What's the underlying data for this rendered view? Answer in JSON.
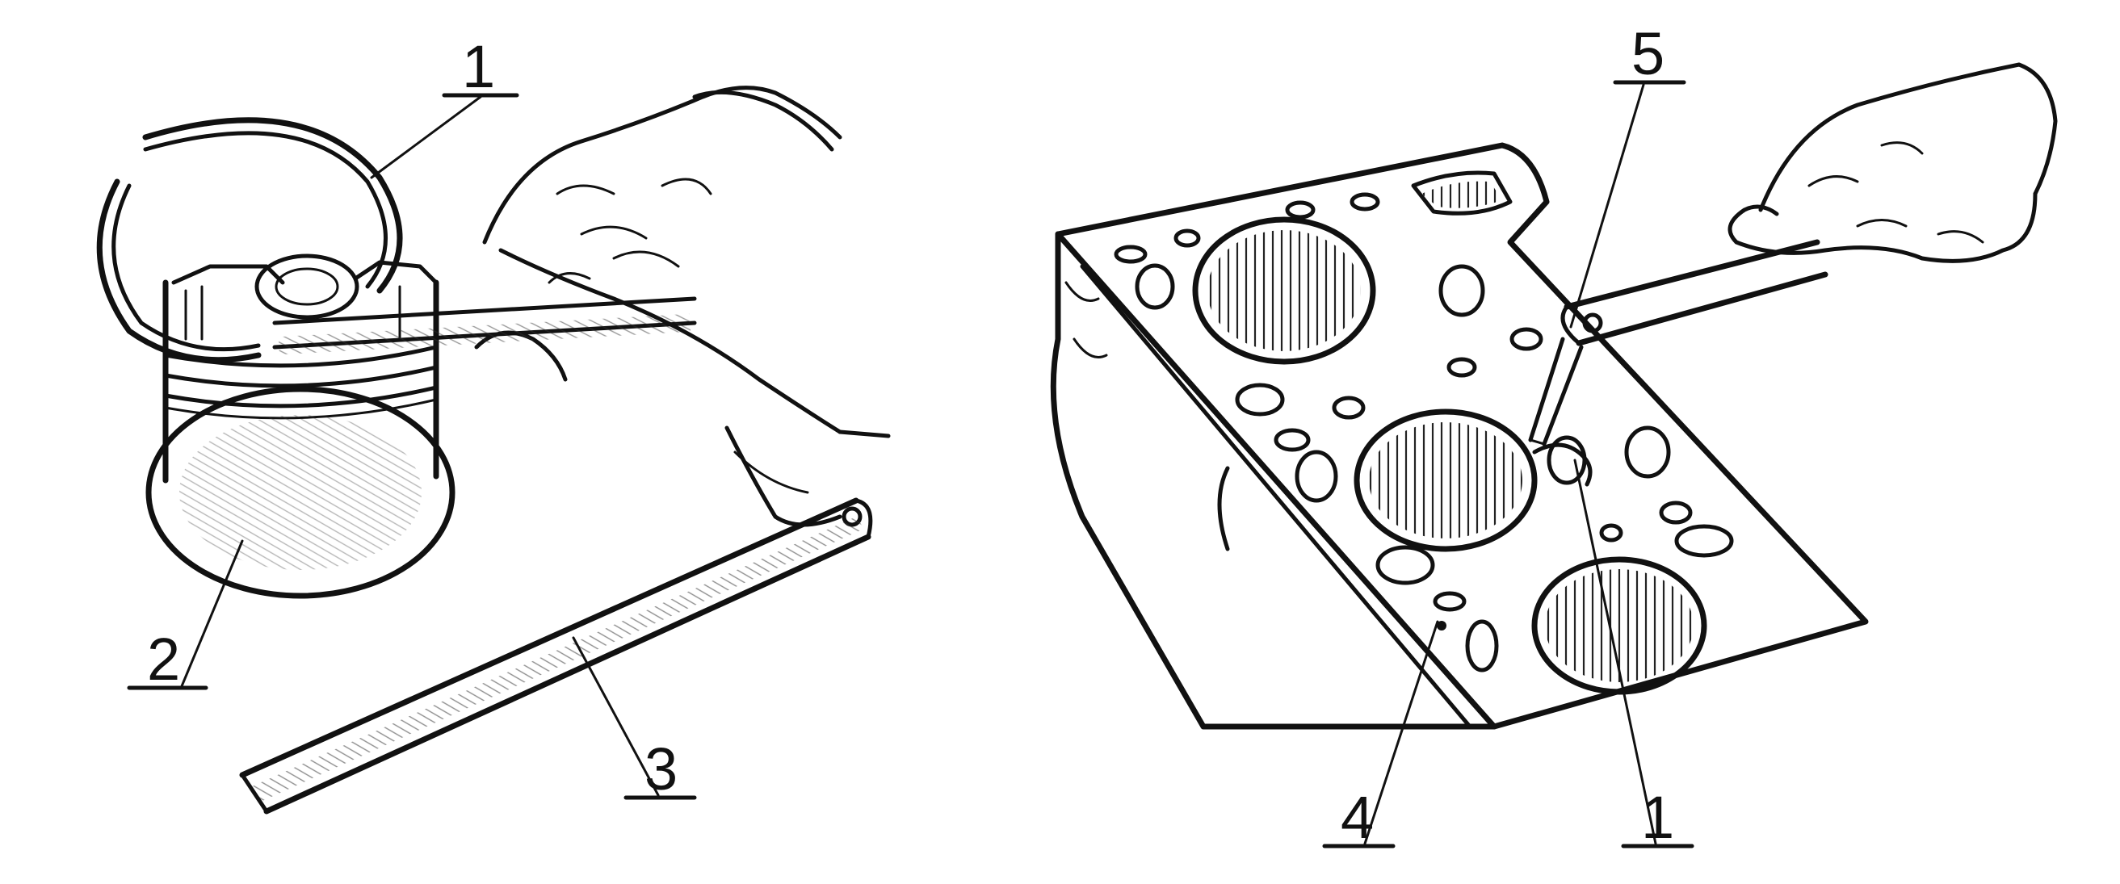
{
  "colors": {
    "ink": "#111111",
    "paper": "#ffffff"
  },
  "left_figure": {
    "callouts": [
      {
        "id": "ring",
        "text": "1"
      },
      {
        "id": "piston",
        "text": "2"
      },
      {
        "id": "feeler",
        "text": "3"
      }
    ]
  },
  "right_figure": {
    "callouts": [
      {
        "id": "probe",
        "text": "5"
      },
      {
        "id": "block",
        "text": "4"
      },
      {
        "id": "ring",
        "text": "1"
      }
    ]
  }
}
